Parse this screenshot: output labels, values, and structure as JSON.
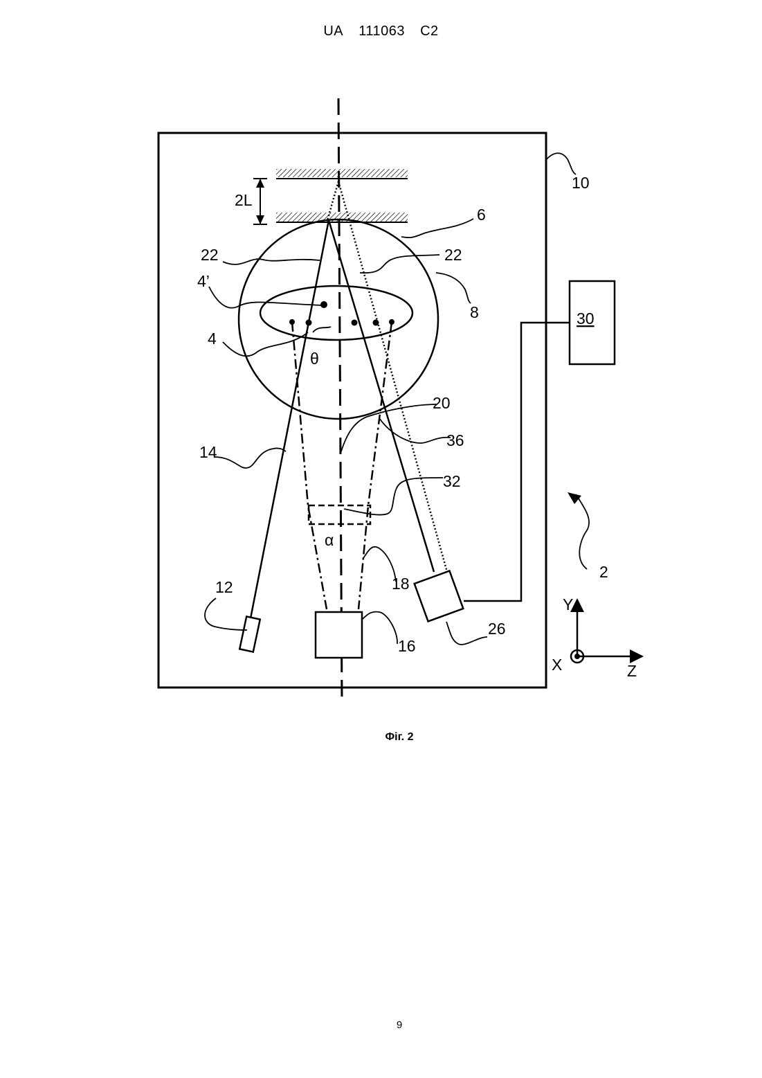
{
  "header": {
    "country": "UA",
    "number": "111063",
    "kind": "C2"
  },
  "figure": {
    "refs": {
      "r2L": "2L",
      "r10": "10",
      "r6": "6",
      "r22a": "22",
      "r22b": "22",
      "r4p": "4’",
      "r8": "8",
      "r30": "30",
      "r4": "4",
      "theta": "θ",
      "r20": "20",
      "r36": "36",
      "r14": "14",
      "r32": "32",
      "alpha": "α",
      "r2": "2",
      "r18": "18",
      "r12": "12",
      "r26": "26",
      "r16": "16",
      "axY": "Y",
      "axX": "X",
      "axZ": "Z"
    }
  },
  "caption": "Фіг. 2",
  "page_number": "9"
}
